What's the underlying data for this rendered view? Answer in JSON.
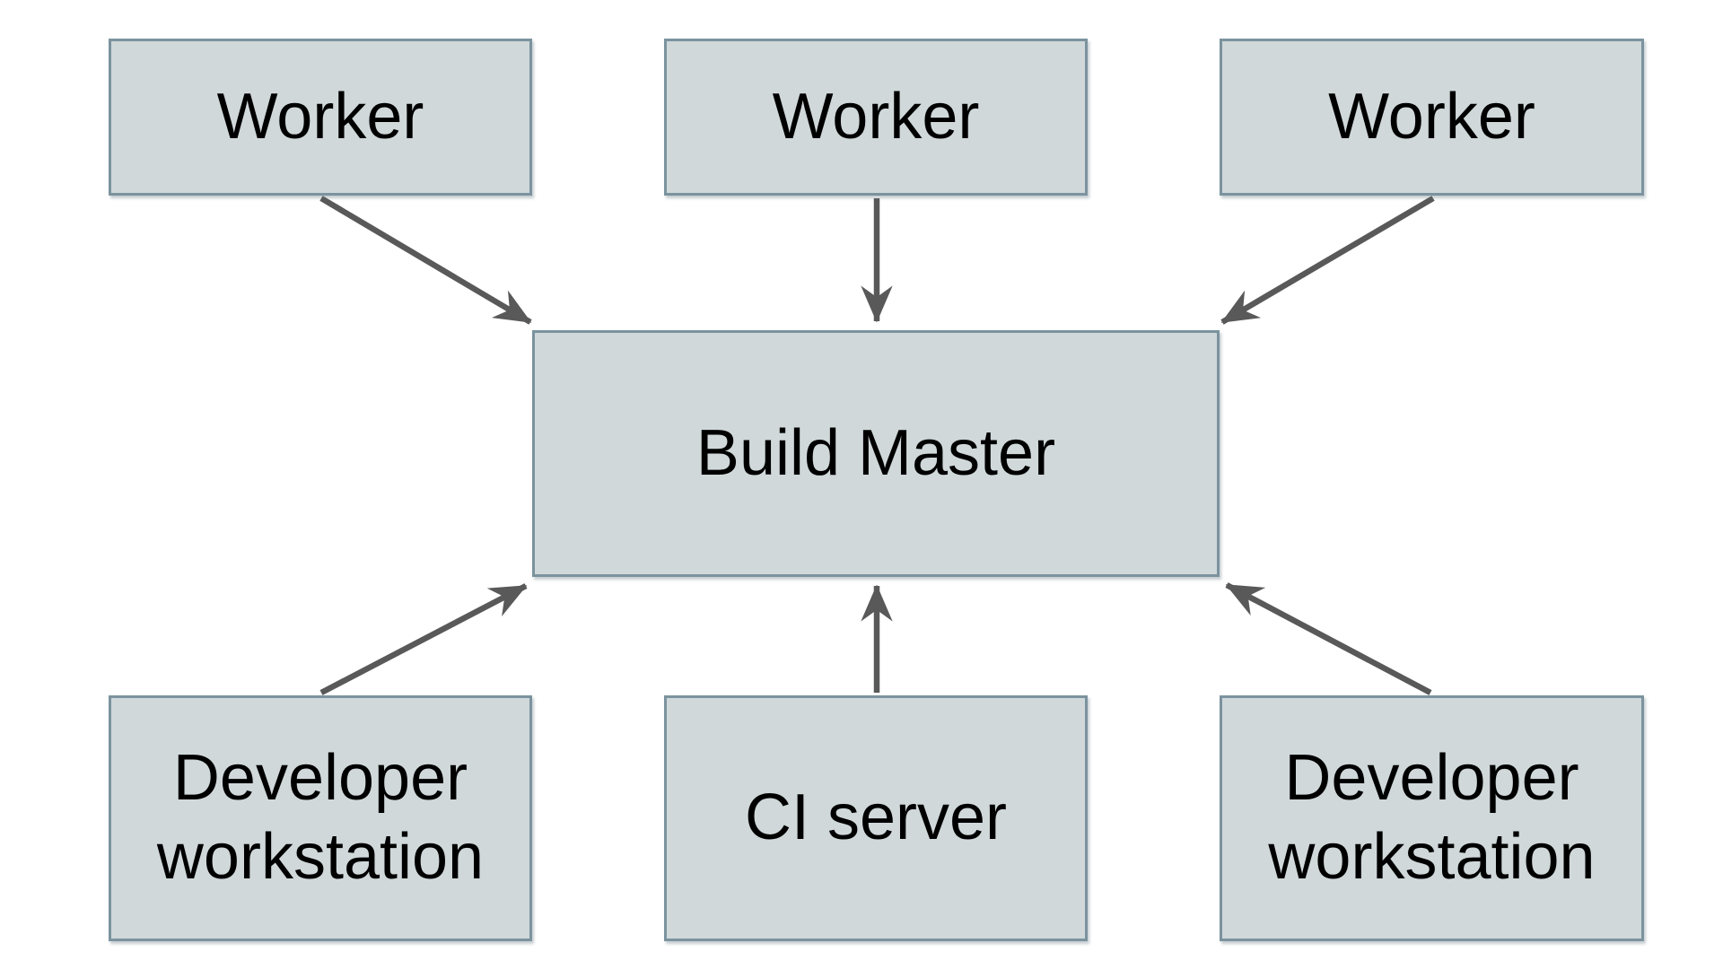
{
  "diagram": {
    "background_color": "#ffffff",
    "node_fill_color": "#d0d8da",
    "node_border_color": "#7b939e",
    "arrow_color": "#595959",
    "text_color": "#000000",
    "nodes": [
      {
        "id": "worker-1",
        "label": "Worker"
      },
      {
        "id": "worker-2",
        "label": "Worker"
      },
      {
        "id": "worker-3",
        "label": "Worker"
      },
      {
        "id": "build-master",
        "label": "Build Master"
      },
      {
        "id": "dev-left",
        "label": "Developer\nworkstation"
      },
      {
        "id": "ci-server",
        "label": "CI server"
      },
      {
        "id": "dev-right",
        "label": "Developer\nworkstation"
      }
    ],
    "edges": [
      {
        "from": "worker-1",
        "to": "build-master"
      },
      {
        "from": "worker-2",
        "to": "build-master"
      },
      {
        "from": "worker-3",
        "to": "build-master"
      },
      {
        "from": "dev-left",
        "to": "build-master"
      },
      {
        "from": "ci-server",
        "to": "build-master"
      },
      {
        "from": "dev-right",
        "to": "build-master"
      }
    ]
  }
}
